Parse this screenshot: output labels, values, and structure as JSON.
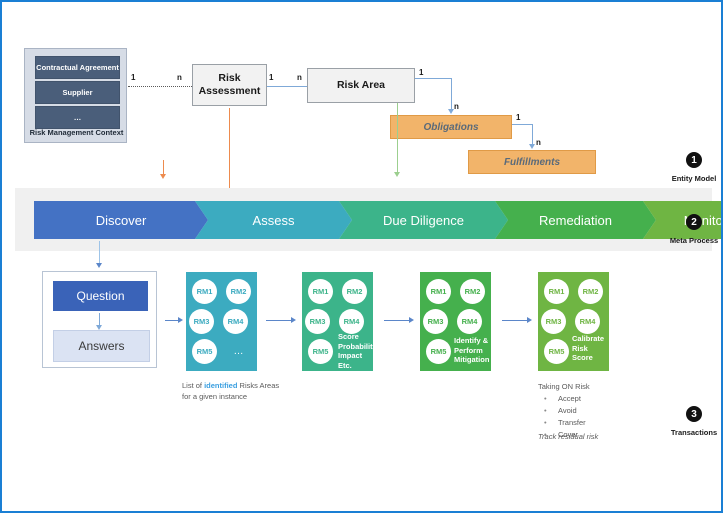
{
  "entity_model": {
    "context": {
      "caption": "Risk Management Context",
      "items": [
        "Contractual Agreement",
        "Supplier",
        "…"
      ]
    },
    "risk_assessment": "Risk Assessment",
    "risk_area": "Risk Area",
    "obligations": "Obligations",
    "fulfillments": "Fulfillments",
    "cardinalities": {
      "ctx_to_ra_left": "1",
      "ctx_to_ra_right": "n",
      "ra_to_area_left": "1",
      "ra_to_area_right": "n",
      "area_to_obl_one": "1",
      "area_to_obl_n": "n",
      "obl_to_ful_one": "1",
      "obl_to_ful_n": "n"
    }
  },
  "meta_process": {
    "stages": [
      {
        "label": "Discover",
        "color": "#4472c4"
      },
      {
        "label": "Assess",
        "color": "#3cabc0"
      },
      {
        "label": "Due Diligence",
        "color": "#3cb48a"
      },
      {
        "label": "Remediation",
        "color": "#45b04d"
      },
      {
        "label": "Monitor & Optimize",
        "color": "#6fb543"
      }
    ]
  },
  "transactions": {
    "qa": {
      "question": "Question",
      "answers": "Answers"
    },
    "cards": [
      {
        "circles": [
          "RM1",
          "RM2",
          "RM3",
          "RM4",
          "RM5"
        ],
        "dots": "…",
        "note": "",
        "color": "#3cabc0"
      },
      {
        "circles": [
          "RM1",
          "RM2",
          "RM3",
          "RM4",
          "RM5"
        ],
        "dots": "",
        "note": "Score\nProbability\nImpact\nEtc.",
        "color": "#3cb48a"
      },
      {
        "circles": [
          "RM1",
          "RM2",
          "RM3",
          "RM4",
          "RM5"
        ],
        "dots": "",
        "note": "Identify &\nPerform\nMitigation",
        "color": "#45b04d"
      },
      {
        "circles": [
          "RM1",
          "RM2",
          "RM3",
          "RM4",
          "RM5"
        ],
        "dots": "",
        "note": "Calibrate\nRisk Score",
        "color": "#6fb543"
      }
    ],
    "caption_list": {
      "prefix": "List of ",
      "highlight": "identified",
      "suffix": " Risks Areas",
      "line2": "for a given instance"
    },
    "taking_on_risk": {
      "title": "Taking ON Risk",
      "items": [
        "Accept",
        "Avoid",
        "Transfer",
        "Cover"
      ],
      "footer": "Track residual risk"
    }
  },
  "markers": [
    {
      "number": "1",
      "label": "Entity Model"
    },
    {
      "number": "2",
      "label": "Meta Process"
    },
    {
      "number": "3",
      "label": "Transactions"
    }
  ]
}
